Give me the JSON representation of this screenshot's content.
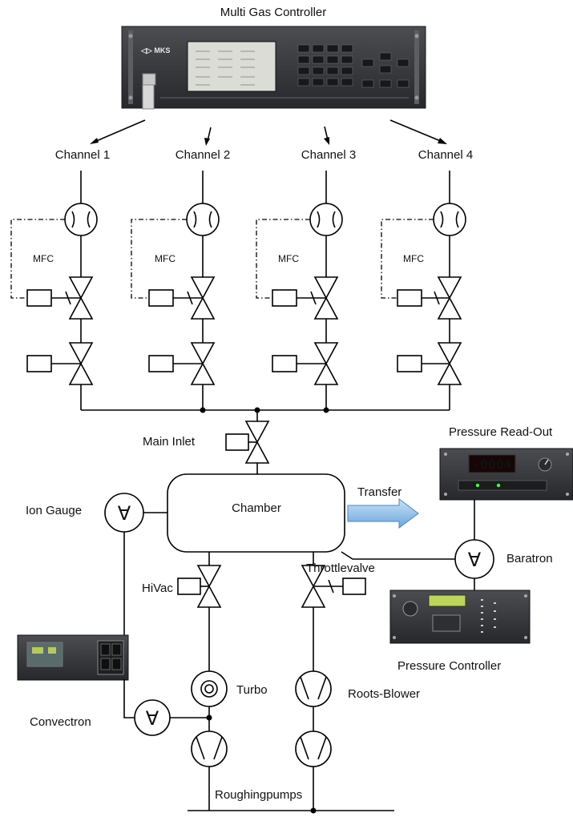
{
  "title": "Multi Gas Controller",
  "channels": [
    "Channel 1",
    "Channel 2",
    "Channel 3",
    "Channel 4"
  ],
  "mfc_label": "MFC",
  "labels": {
    "main_inlet": "Main Inlet",
    "pressure_readout": "Pressure Read-Out",
    "readout_value": "-0004",
    "transfer": "Transfer",
    "chamber": "Chamber",
    "ion_gauge": "Ion Gauge",
    "baratron": "Baratron",
    "throttlevalve": "Throttlevalve",
    "hivac": "HiVac",
    "pressure_controller": "Pressure Controller",
    "turbo": "Turbo",
    "roots_blower": "Roots-Blower",
    "convectron": "Convectron",
    "roughingpumps": "Roughingpumps",
    "gauge_symbol": "∀"
  },
  "colors": {
    "transfer_arrow": "#8fc1ec",
    "device_panel": "#3b3d40",
    "readout_digits": "#ff2b2b"
  }
}
